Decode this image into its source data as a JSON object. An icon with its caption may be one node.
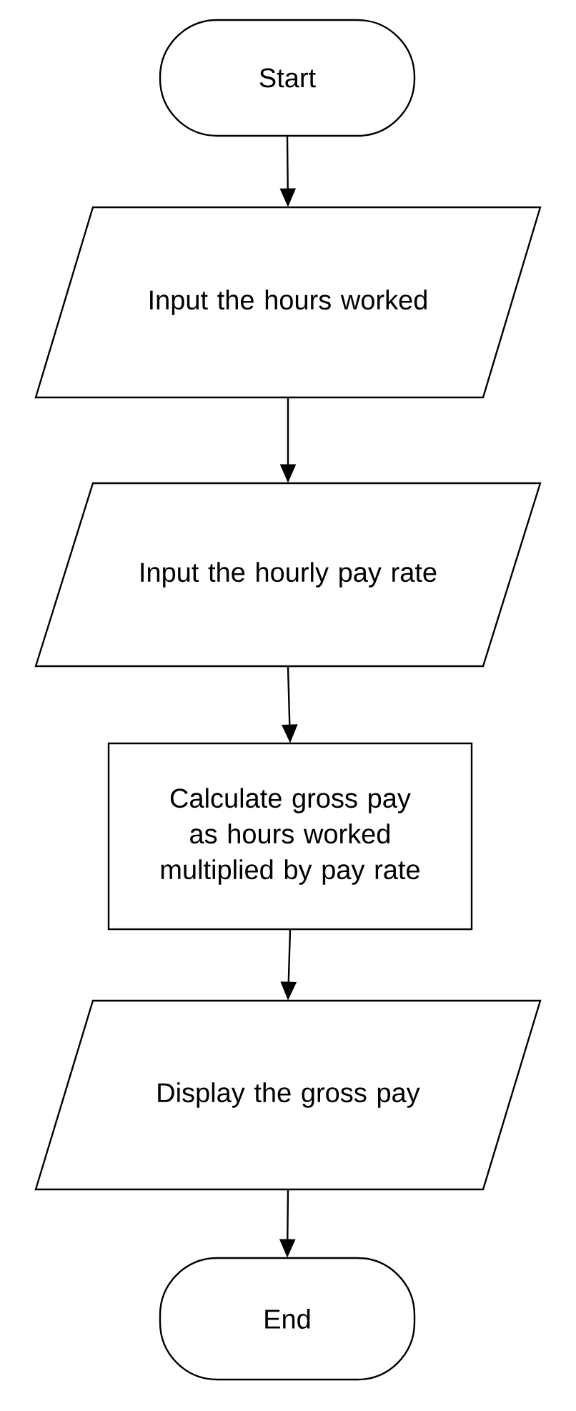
{
  "diagram": {
    "nodes": [
      {
        "text": [
          "Start"
        ]
      },
      {
        "text": [
          "Input the hours worked"
        ]
      },
      {
        "text": [
          "Input the hourly pay rate"
        ]
      },
      {
        "text": [
          "Calculate gross pay as hours worked multiplied by pay rate"
        ]
      },
      {
        "text": [
          "Display the gross pay"
        ]
      },
      {
        "text": [
          "End"
        ]
      }
    ],
    "edges": [
      {
        "from": 0,
        "to": 1,
        "arrow": "to"
      },
      {
        "from": 1,
        "to": 2,
        "arrow": "to"
      },
      {
        "from": 2,
        "to": 3,
        "arrow": "to"
      },
      {
        "from": 3,
        "to": 4,
        "arrow": "to"
      },
      {
        "from": 4,
        "to": 5,
        "arrow": "to"
      }
    ]
  }
}
